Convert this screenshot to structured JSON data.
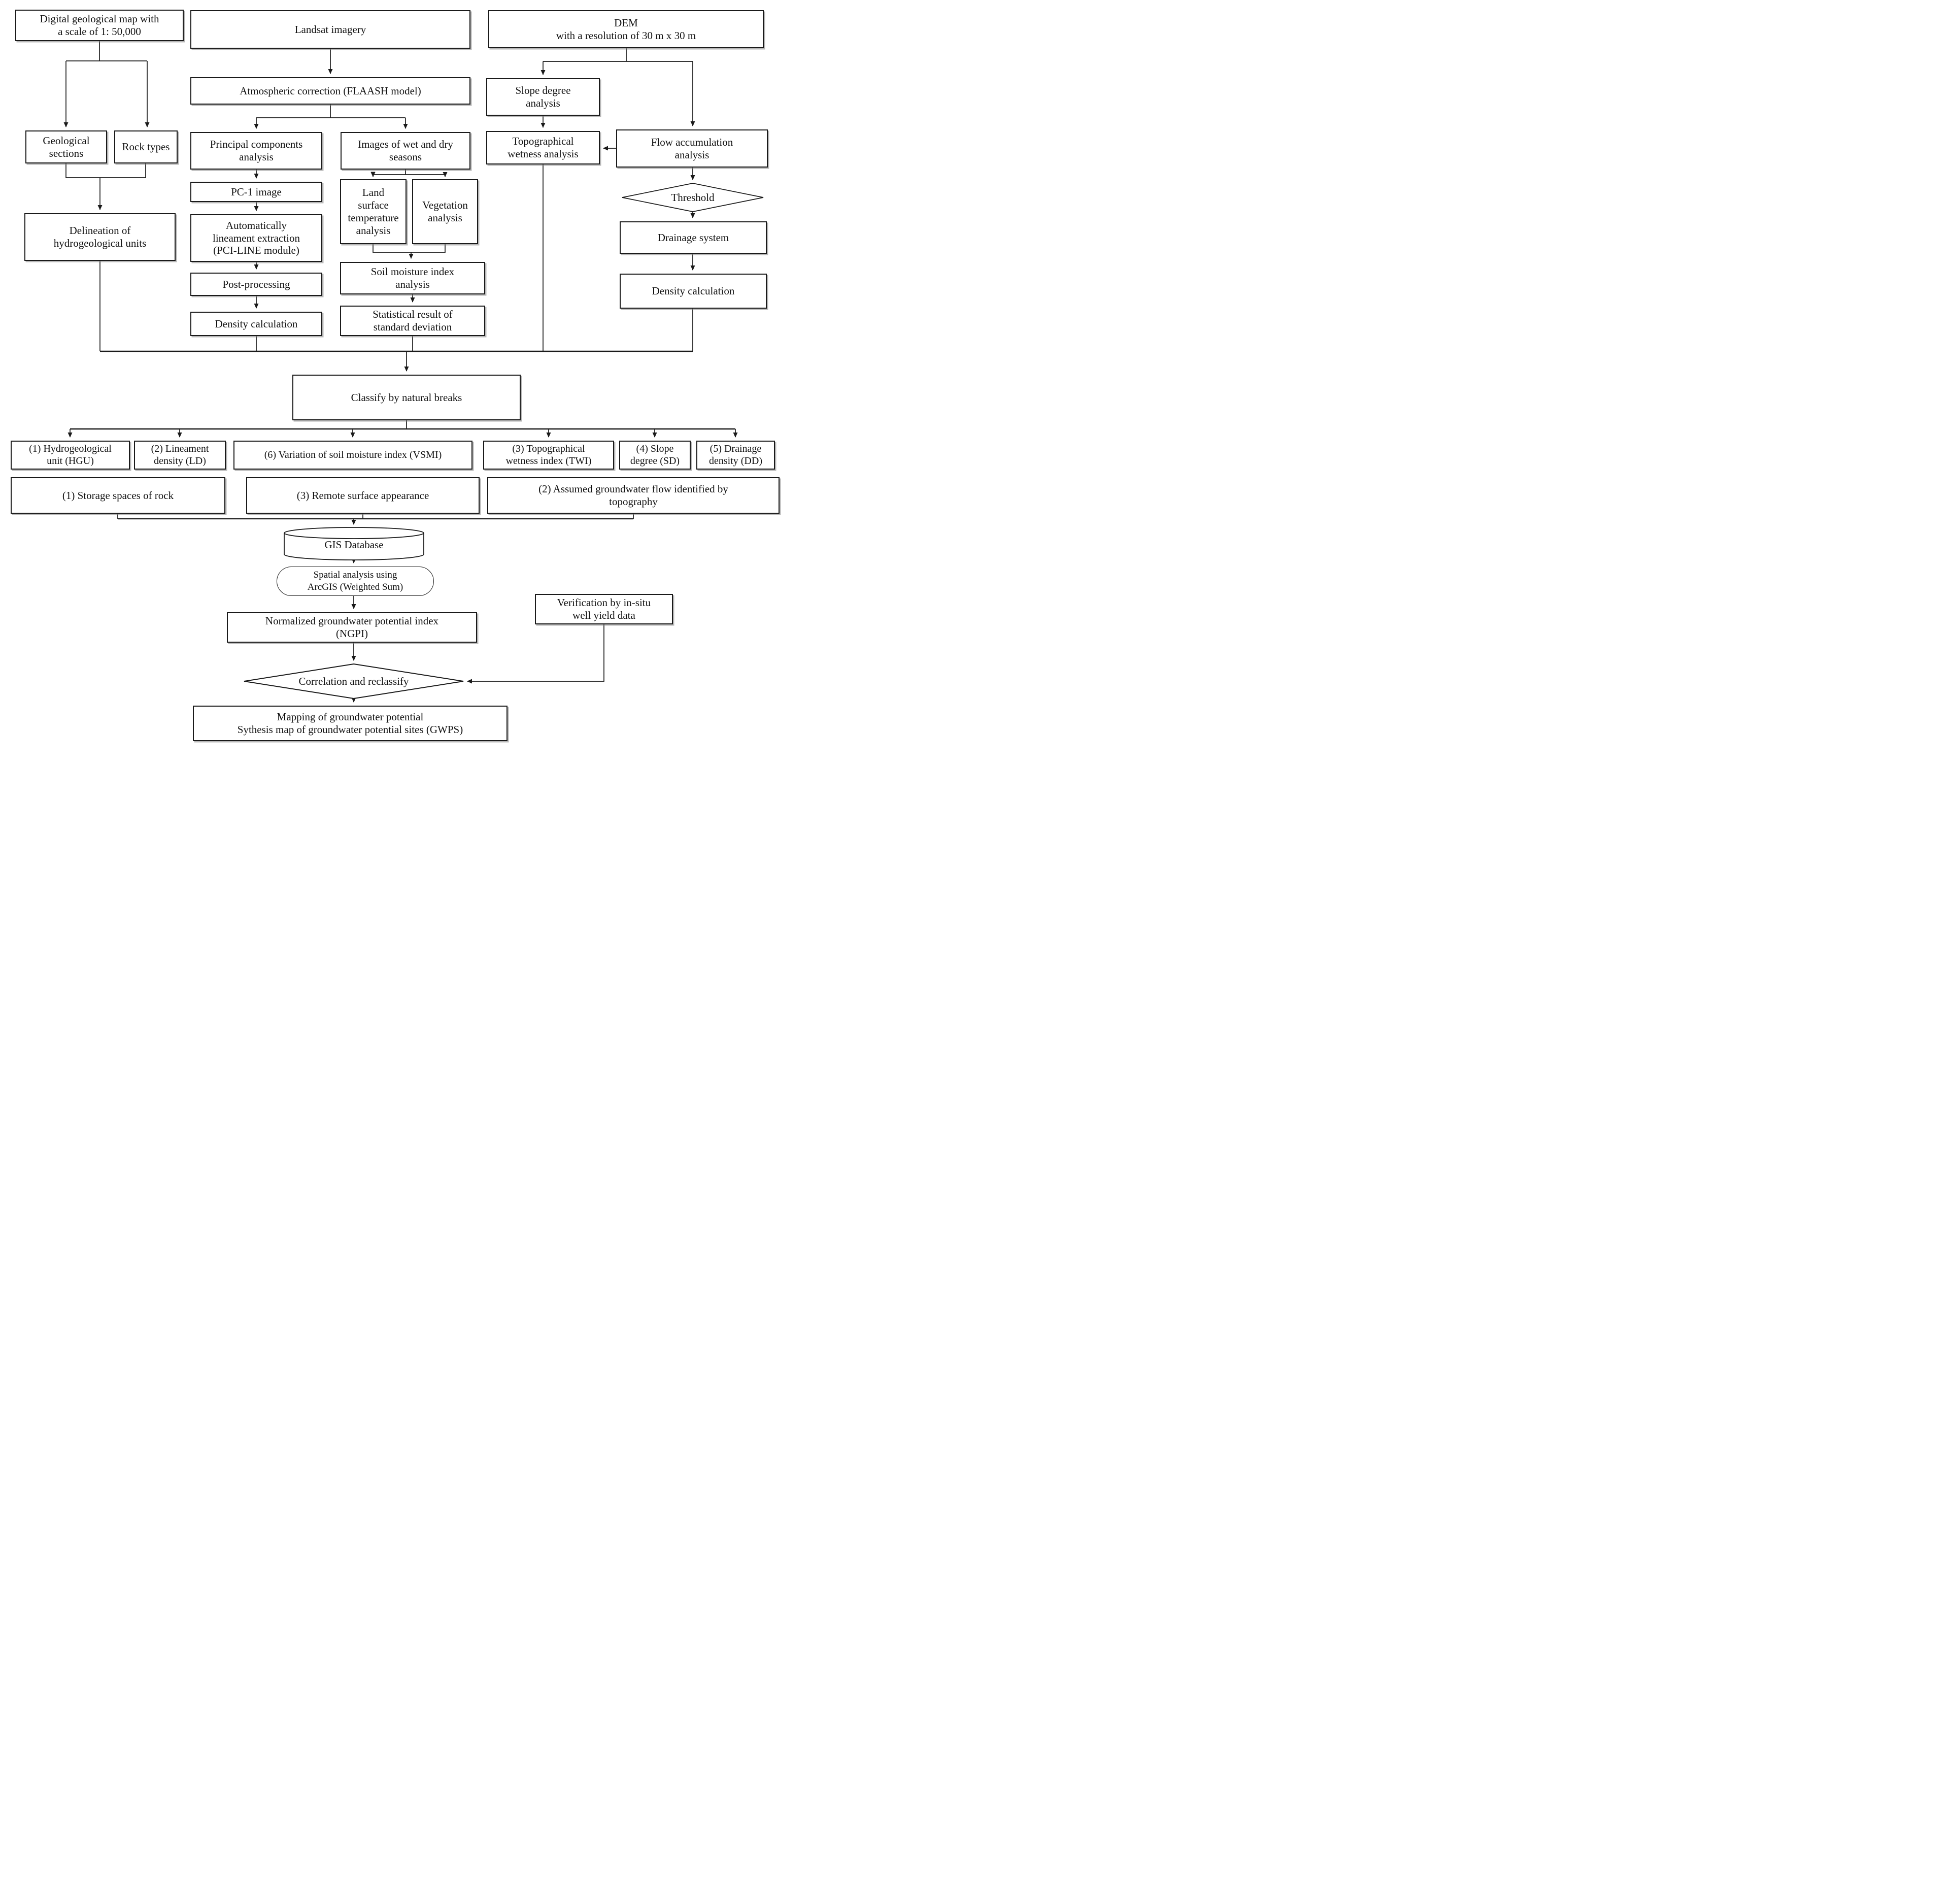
{
  "nodes": {
    "digital_map": {
      "lines": [
        "Digital geological map with",
        "a scale of 1: 50,000"
      ]
    },
    "landsat": {
      "lines": [
        "Landsat imagery"
      ]
    },
    "dem": {
      "lines": [
        "DEM",
        "with a resolution of 30 m x 30 m"
      ]
    },
    "atmospheric": {
      "lines": [
        "Atmospheric correction (FLAASH model)"
      ]
    },
    "slope_degree": {
      "lines": [
        "Slope degree",
        "analysis"
      ]
    },
    "geological_sections": {
      "lines": [
        "Geological",
        "sections"
      ]
    },
    "rock_types": {
      "lines": [
        "Rock types"
      ]
    },
    "pca": {
      "lines": [
        "Principal components",
        "analysis"
      ]
    },
    "images_wet_dry": {
      "lines": [
        "Images of wet and dry",
        "seasons"
      ]
    },
    "topo_wetness": {
      "lines": [
        "Topographical",
        "wetness analysis"
      ]
    },
    "flow_accumulation": {
      "lines": [
        "Flow accumulation",
        "analysis"
      ]
    },
    "delineation": {
      "lines": [
        "Delineation of",
        "hydrogeological units"
      ]
    },
    "pc1_image": {
      "lines": [
        "PC-1 image"
      ]
    },
    "land_surface_temp": {
      "lines": [
        "Land",
        "surface",
        "temperature",
        "analysis"
      ]
    },
    "vegetation": {
      "lines": [
        "Vegetation",
        "analysis"
      ]
    },
    "threshold": {
      "lines": [
        "Threshold"
      ]
    },
    "auto_lineament": {
      "lines": [
        "Automatically",
        "lineament extraction",
        "(PCI-LINE module)"
      ]
    },
    "drainage_system": {
      "lines": [
        "Drainage system"
      ]
    },
    "soil_moisture": {
      "lines": [
        "Soil moisture index",
        "analysis"
      ]
    },
    "post_processing": {
      "lines": [
        "Post-processing"
      ]
    },
    "density_calc_right": {
      "lines": [
        "Density calculation"
      ]
    },
    "statistical_result": {
      "lines": [
        "Statistical result of",
        "standard deviation"
      ]
    },
    "density_calc_mid": {
      "lines": [
        "Density calculation"
      ]
    },
    "classify": {
      "lines": [
        "Classify by natural breaks"
      ]
    },
    "hgu": {
      "lines": [
        "(1) Hydrogeological",
        "unit (HGU)"
      ]
    },
    "ld": {
      "lines": [
        "(2) Lineament",
        "density (LD)"
      ]
    },
    "vsmi": {
      "lines": [
        "(6) Variation of soil moisture index (VSMI)"
      ]
    },
    "twi": {
      "lines": [
        "(3) Topographical",
        "wetness index (TWI)"
      ]
    },
    "sd": {
      "lines": [
        "(4) Slope",
        "degree (SD)"
      ]
    },
    "dd": {
      "lines": [
        "(5) Drainage",
        "density (DD)"
      ]
    },
    "storage_spaces": {
      "lines": [
        "(1) Storage spaces of rock"
      ]
    },
    "remote_surface": {
      "lines": [
        "(3) Remote surface appearance"
      ]
    },
    "assumed_flow": {
      "lines": [
        "(2) Assumed groundwater flow identified by",
        "topography"
      ]
    },
    "gis_database": {
      "lines": [
        "GIS Database"
      ]
    },
    "spatial_analysis": {
      "lines": [
        "Spatial analysis using",
        "ArcGIS (Weighted Sum)"
      ]
    },
    "verification": {
      "lines": [
        "Verification by in-situ",
        "well yield data"
      ]
    },
    "ngpi": {
      "lines": [
        "Normalized groundwater potential index",
        "(NGPI)"
      ]
    },
    "correlation": {
      "lines": [
        "Correlation and reclassify"
      ]
    },
    "final_map": {
      "lines": [
        "Mapping of groundwater potential",
        "Sythesis map of groundwater potential sites (GWPS)"
      ]
    }
  },
  "colors": {
    "line": "#1a1a1a",
    "box_fill": "#ffffff",
    "text": "#111111",
    "shadow": "#7d7d7d"
  }
}
